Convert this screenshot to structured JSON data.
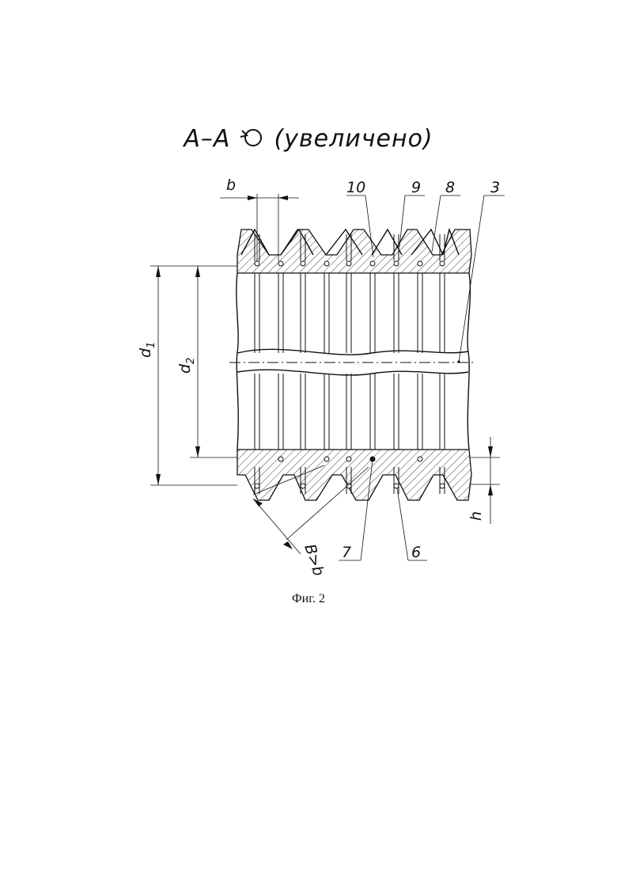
{
  "title": "А–А",
  "title_suffix": "(увеличено)",
  "caption": "Фиг. 2",
  "dimensions": {
    "b": "b",
    "d1": "d",
    "d1_sub": "1",
    "d2": "d",
    "d2_sub": "2",
    "h": "h",
    "B": "B>b"
  },
  "callouts": [
    "10",
    "9",
    "8",
    "3",
    "7",
    "6"
  ]
}
